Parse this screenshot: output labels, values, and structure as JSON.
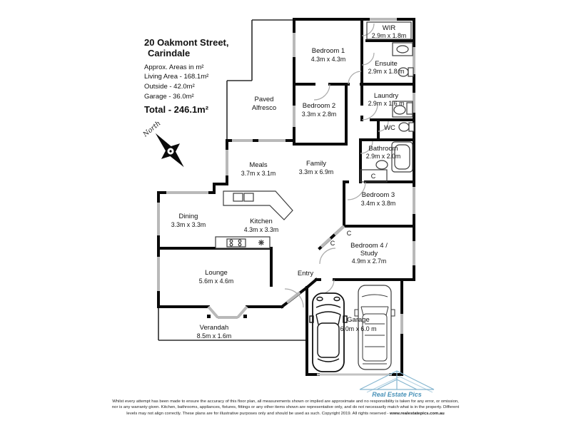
{
  "title": {
    "line1": "20 Oakmont Street,",
    "line2": "Carindale"
  },
  "areas": {
    "note": "Approx. Areas in m²",
    "living": "Living Area - 168.1m²",
    "outside": "Outside - 42.0m²",
    "garage": "Garage - 36.0m²",
    "total": "Total - 246.1m²"
  },
  "compass": {
    "label": "North"
  },
  "rooms": {
    "bedroom1": {
      "l1": "Bedroom 1",
      "l2": "4.3m x 4.3m"
    },
    "wir": {
      "l1": "WIR",
      "l2": "2.9m x 1.8m"
    },
    "ensuite": {
      "l1": "Ensuite",
      "l2": "2.9m x 1.8 m"
    },
    "laundry": {
      "l1": "Laundry",
      "l2": "2.9m x 1.6 m"
    },
    "wc": {
      "l1": "WC"
    },
    "bathroom": {
      "l1": "Bathroom",
      "l2": "2.9m x 2.0m"
    },
    "bedroom2": {
      "l1": "Bedroom 2",
      "l2": "3.3m x 2.8m"
    },
    "alfresco": {
      "l1": "Paved",
      "l2": "Alfresco"
    },
    "meals": {
      "l1": "Meals",
      "l2": "3.7m x 3.1m"
    },
    "family": {
      "l1": "Family",
      "l2": "3.3m x 6.9m"
    },
    "bedroom3": {
      "l1": "Bedroom 3",
      "l2": "3.4m x 3.8m"
    },
    "dining": {
      "l1": "Dining",
      "l2": "3.3m x 3.3m"
    },
    "kitchen": {
      "l1": "Kitchen",
      "l2": "4.3m x 3.3m"
    },
    "bedroom4": {
      "l1": "Bedroom 4 /",
      "l2": "Study",
      "l3": "4.9m x 2.7m"
    },
    "lounge": {
      "l1": "Lounge",
      "l2": "5.6m x 4.6m"
    },
    "entry": {
      "l1": "Entry"
    },
    "verandah": {
      "l1": "Verandah",
      "l2": "8.5m x 1.6m"
    },
    "garage": {
      "l1": "Garage",
      "l2": "6.0m x 6.0 m"
    },
    "cupboard": {
      "l1": "C"
    }
  },
  "footer": {
    "disclaimer1": "Whilst every attempt has been made to ensure the accuracy of this floor plan, all measurements shown or implied are approximate and no responsibility is taken for any error, or omission,",
    "disclaimer2": "nor is any warranty given.  Kitchen, bathrooms, appliances, fixtures, fittings or any other items shown  are representative only, and do not necessarily match what is in the property.  Different",
    "disclaimer3": "levels may not align correctly.  These plans are for illustrative purposes only and should be used as such.  Copyright 2019.  All rights reserved - ",
    "website": "www.realestatepics.com.au",
    "logo_text": "Real Estate Pics"
  },
  "icons": {
    "compass_rose": "✴",
    "cupboard_glyph": "C"
  },
  "colors": {
    "wall": "#0a0a0a",
    "window_gray": "#b9b9b9",
    "door_gray": "#aaaaaa",
    "logo_blue": "#4a93b9",
    "logo_light_blue": "#86b6d0"
  }
}
